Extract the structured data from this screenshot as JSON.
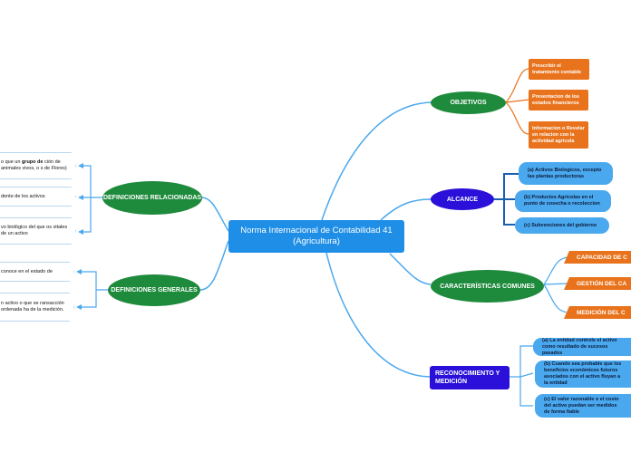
{
  "center": {
    "title": "Norma Internacional de Contabilidad 41 (Agricultura)"
  },
  "right": {
    "objetivos": {
      "label": "OBJETIVOS",
      "items": [
        "Prescribir el tratamiento contable",
        "Presentacion de los estados financieros",
        "Informacion o Revelar en relacion con la actividad agricola"
      ]
    },
    "alcance": {
      "label": "ALCANCE",
      "items": [
        "(a) Activos Biologicos, excepto las plantas productoras",
        "(b) Productos Agricolas en el punto de cosecha o recoleccion",
        "(c) Subvenciones del gobierno"
      ]
    },
    "caracteristicas": {
      "label": "CARACTERÍSTICAS COMUNES",
      "items": [
        "CAPACIDAD DE C",
        "GESTIÓN DEL CA",
        "MEDICIÓN DEL C"
      ]
    },
    "reconocimiento": {
      "label": "RECONOCIMIENTO Y MEDICIÓN",
      "items": [
        "(a) La entidad controle el activo como resultado de sucesos pasados",
        "(b) Cuando sea probable que los beneficios económicos futuros asociados con el activo fluyan a la entidad",
        "(c) El valor razonable o el costo del activo puedan ser medidos de forma fiable"
      ]
    }
  },
  "left": {
    "relacionadas": {
      "label": "DEFINICIONES RELACIONADAS",
      "items": [
        {
          "pre": "o que un ",
          "bold": "grupo de",
          "post": " ción de animales vivos, o s de Flores)"
        },
        {
          "pre": "dente de los activos",
          "bold": "",
          "post": ""
        },
        {
          "pre": "vo biológico del que os vitales de un activo",
          "bold": "",
          "post": ""
        }
      ]
    },
    "generales": {
      "label": "DEFINICIONES GENERALES",
      "items": [
        "conoce en el estado de",
        "n activo o que se ransacción ordenada ha de la medición."
      ]
    }
  }
}
